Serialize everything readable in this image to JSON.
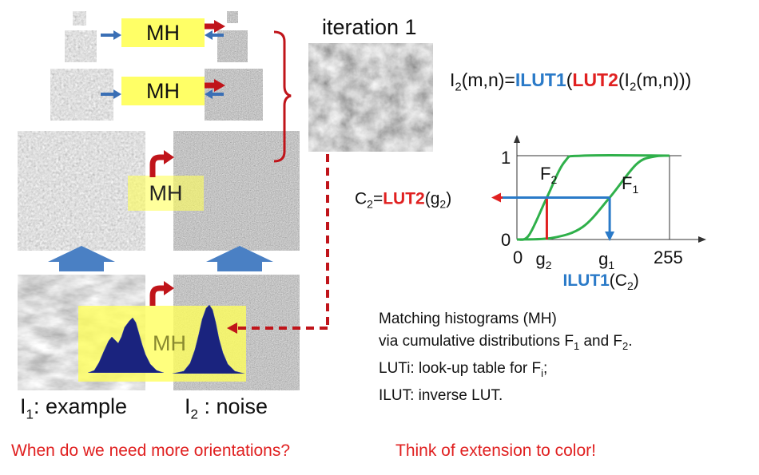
{
  "pyramid": {
    "mh_label": "MH",
    "iteration_label": "iteration 1"
  },
  "formula": {
    "lhs": "I",
    "lhs_sub": "2",
    "lhs_args": "(m,n)=",
    "ilut": "ILUT1",
    "open1": "(",
    "lut": "LUT2",
    "open2": "(I",
    "arg_sub": "2",
    "close": "(m,n)))"
  },
  "chart_data": {
    "type": "line",
    "series": [
      {
        "name": "F1",
        "points": [
          [
            0,
            0
          ],
          [
            60,
            0.02
          ],
          [
            110,
            0.15
          ],
          [
            155,
            0.5
          ],
          [
            200,
            0.9
          ],
          [
            230,
            0.99
          ],
          [
            255,
            1
          ]
        ]
      },
      {
        "name": "F2",
        "points": [
          [
            0,
            0
          ],
          [
            20,
            0.05
          ],
          [
            50,
            0.5
          ],
          [
            80,
            0.93
          ],
          [
            110,
            1
          ],
          [
            255,
            1
          ]
        ]
      }
    ],
    "x_ticks": [
      "0",
      "g2",
      "g1",
      "255"
    ],
    "y_ticks": [
      "0",
      "1"
    ],
    "labels": {
      "f2": "F",
      "f2_sub": "2",
      "f1": "F",
      "f1_sub": "1",
      "c2_eq": "C",
      "c2_sub": "2",
      "c2_eq_tail": "=",
      "lut2": "LUT2",
      "lut2_arg": "(g",
      "lut2_arg_sub": "2",
      "lut2_close": ")",
      "ilut1": "ILUT1",
      "ilut1_arg": "(C",
      "ilut1_arg_sub": "2",
      "ilut1_close": ")",
      "g_letter": "g",
      "g2_sub": "2",
      "g1_sub": "1",
      "zero": "0",
      "max": "255"
    },
    "xlim": [
      0,
      255
    ],
    "ylim": [
      0,
      1
    ]
  },
  "captions": {
    "example_I": "I",
    "example_sub": "1",
    "example_rest": ": example",
    "noise_I": "I",
    "noise_sub": "2",
    "noise_rest": " : noise"
  },
  "description": {
    "line1": "Matching histograms (MH)",
    "line2_a": "via cumulative distributions F",
    "line2_sub1": "1",
    "line2_b": " and F",
    "line2_sub2": "2",
    "line2_c": ".",
    "line3_a": "LUTi: look-up table for F",
    "line3_sub": "i",
    "line3_b": ";",
    "line4": "ILUT: inverse LUT."
  },
  "questions": {
    "left": "When do we need more orientations?",
    "right": "Think of extension to color!"
  },
  "colors": {
    "highlight": "#ffff66",
    "arrow_red": "#c0141a",
    "arrow_blue": "#3a6fb5",
    "curve_green": "#2fb04a",
    "text_red": "#e02020",
    "text_blue": "#2a7ac8",
    "histogram": "#1a237e"
  }
}
